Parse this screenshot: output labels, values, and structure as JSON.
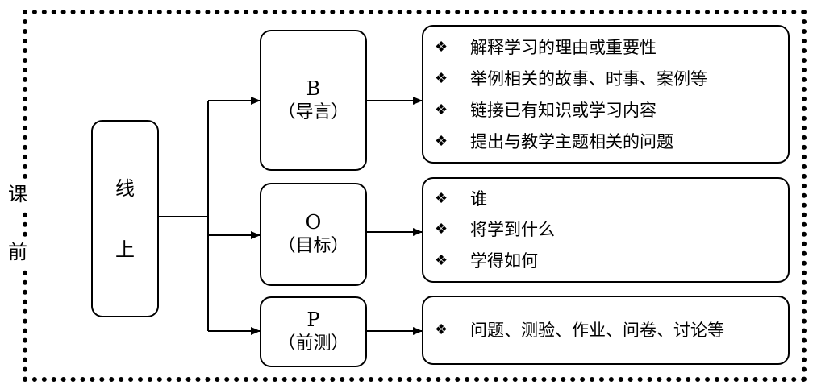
{
  "side_label": {
    "line1": "课",
    "line2": "前"
  },
  "online": {
    "char1": "线",
    "char2": "上"
  },
  "bullet_glyph": "❖",
  "nodes": [
    {
      "letter": "B",
      "sub": "（导言）",
      "items": [
        "解释学习的理由或重要性",
        "举例相关的故事、时事、案例等",
        "链接已有知识或学习内容",
        "提出与教学主题相关的问题"
      ]
    },
    {
      "letter": "O",
      "sub": "（目标）",
      "items": [
        "谁",
        "将学到什么",
        "学得如何"
      ]
    },
    {
      "letter": "P",
      "sub": "（前测）",
      "items": [
        "问题、测验、作业、问卷、讨论等"
      ]
    }
  ]
}
